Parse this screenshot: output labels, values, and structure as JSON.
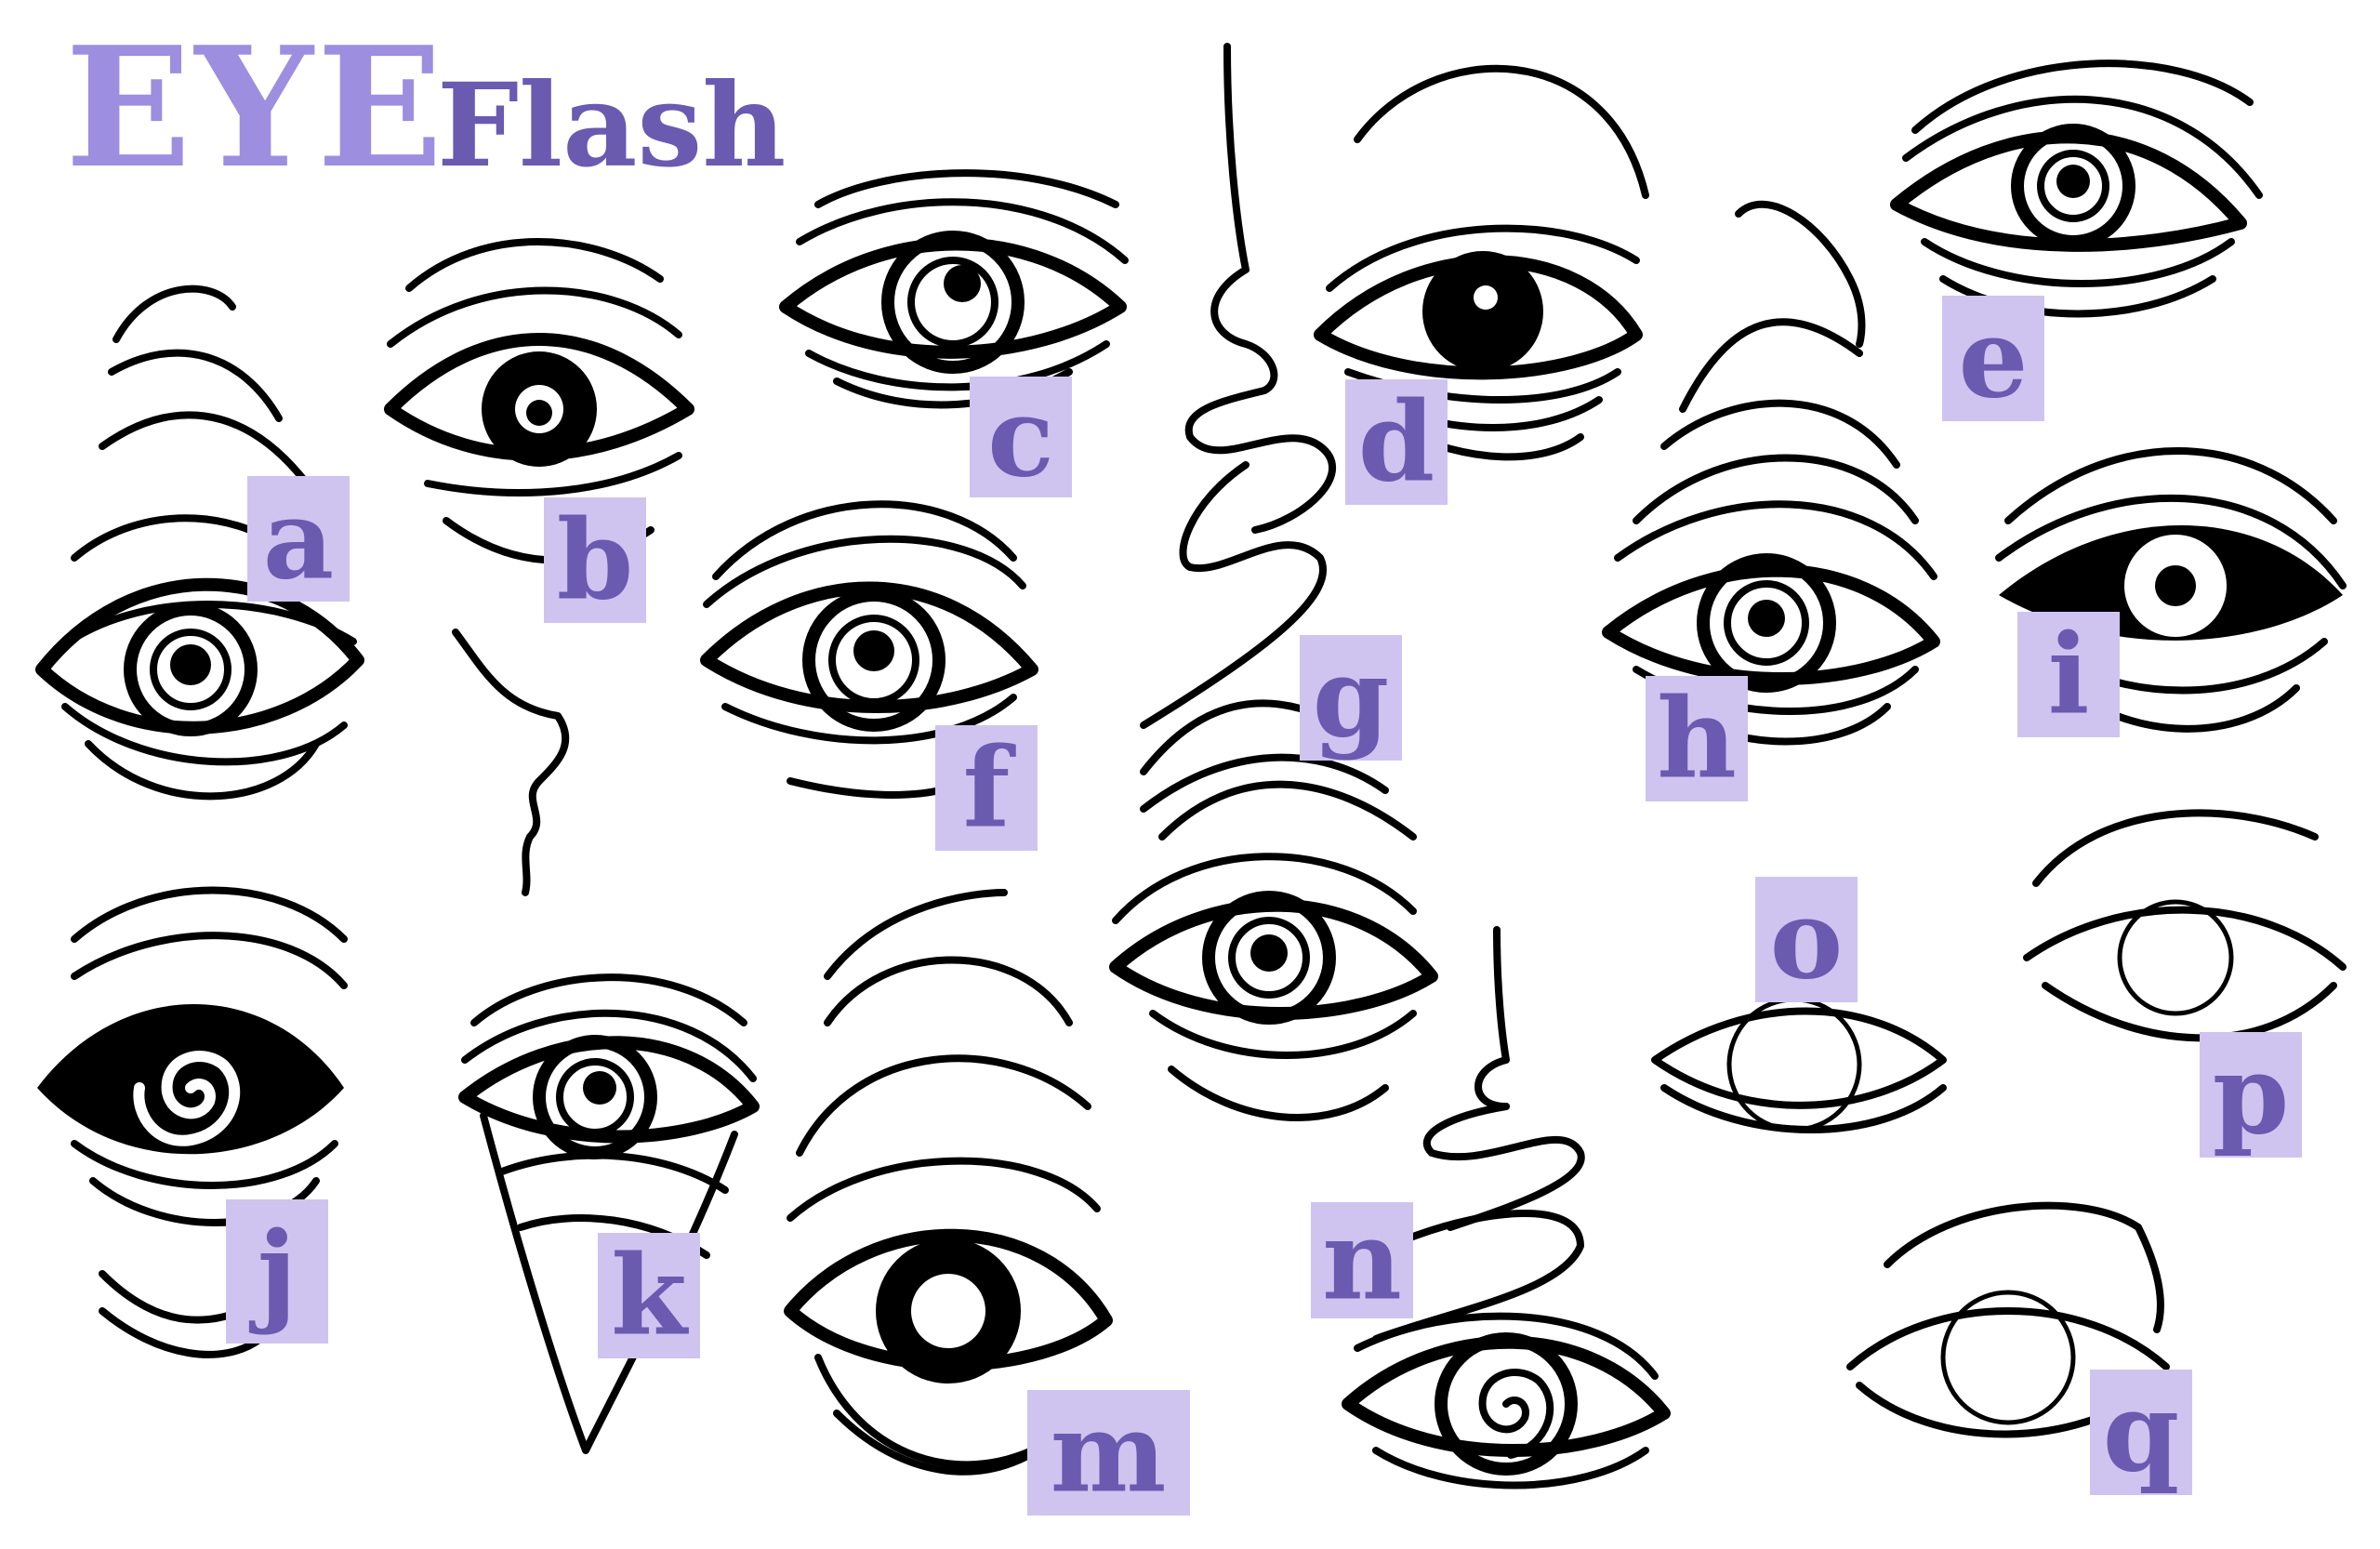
{
  "title": {
    "eye": "EYE",
    "flash": "Flash"
  },
  "colors": {
    "title_light": "#9d8ee0",
    "title_dark": "#6a5ab0",
    "label_bg": "#cfc4f0",
    "ink": "#000000"
  },
  "labels": [
    "a",
    "b",
    "c",
    "d",
    "e",
    "f",
    "g",
    "h",
    "i",
    "j",
    "k",
    "m",
    "n",
    "o",
    "p",
    "q"
  ]
}
